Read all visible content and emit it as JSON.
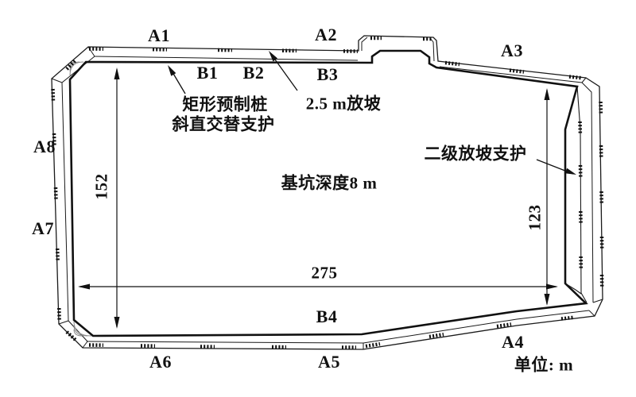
{
  "diagram": {
    "wall_sections": {
      "a1": "A1",
      "a2": "A2",
      "a3": "A3",
      "a4": "A4",
      "a5": "A5",
      "a6": "A6",
      "a7": "A7",
      "a8": "A8"
    },
    "berm_sections": {
      "b1": "B1",
      "b2": "B2",
      "b3": "B3",
      "b4": "B4"
    },
    "annotations": {
      "pile_support_line1": "矩形预制桩",
      "pile_support_line2": "斜直交替支护",
      "slope_note": "2.5 m放坡",
      "two_stage_slope": "二级放坡支护",
      "pit_depth": "基坑深度8 m",
      "unit": "单位: m"
    },
    "dimensions": {
      "left_height": "152",
      "bottom_width": "275",
      "right_height": "123"
    },
    "colors": {
      "line": "#1a1a1a",
      "fan_arc": "#8a8a8a",
      "background": "#ffffff"
    }
  }
}
